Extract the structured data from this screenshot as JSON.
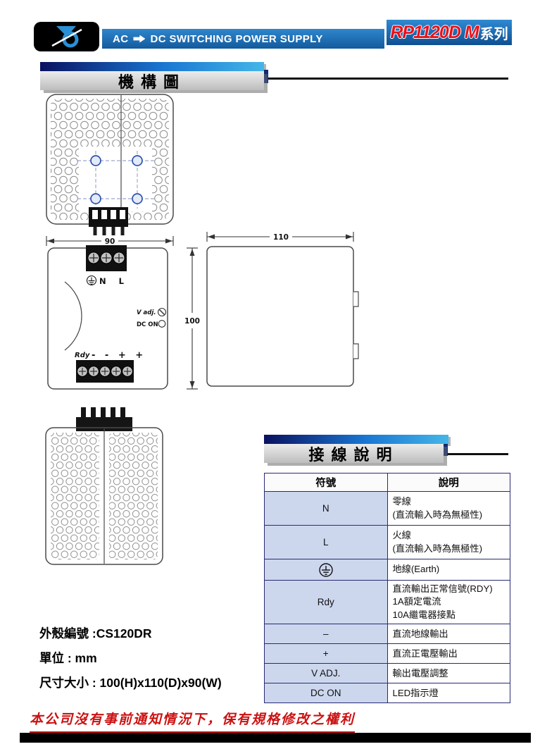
{
  "header": {
    "banner_left": "AC",
    "banner_right": "DC SWITCHING POWER SUPPLY",
    "model": "RP1120D M",
    "model_suffix": "系列"
  },
  "sections": {
    "mechanism_title": "機構圖",
    "wiring_title": "接線說明"
  },
  "drawings": {
    "top_view": {
      "dim_width": "90"
    },
    "front_view": {
      "dim_height": "100",
      "terminal_label": "N L",
      "vadj_label": "V adj.",
      "dcon_label": "DC ON",
      "rdy_label": "Rdy",
      "polarity_label": "- - + +"
    },
    "side_view": {
      "dim_depth": "110"
    }
  },
  "wiring_table": {
    "col_symbol": "符號",
    "col_description": "說明",
    "rows": [
      {
        "symbol": "N",
        "description": "零線\n(直流輸入時為無極性)"
      },
      {
        "symbol": "L",
        "description": "火線\n(直流輸入時為無極性)"
      },
      {
        "symbol_icon": "earth-icon",
        "description": "地線(Earth)"
      },
      {
        "symbol": "Rdy",
        "description": "直流輸出正常信號(RDY)  1A額定電流\n10A繼電器接點"
      },
      {
        "symbol": "–",
        "description": "直流地線輸出"
      },
      {
        "symbol": "+",
        "description": "直流正電壓輸出"
      },
      {
        "symbol": "V ADJ.",
        "description": "輸出電壓調整"
      },
      {
        "symbol": "DC ON",
        "description": "LED指示燈"
      }
    ]
  },
  "footer": {
    "case_number": "外殼編號 :CS120DR",
    "unit": "單位 : mm",
    "dimensions": "尺寸大小 : 100(H)x110(D)x90(W)"
  },
  "disclaimer": "本公司沒有事前通知情況下，保有規格修改之權利",
  "colors": {
    "banner_blue": "#1668b5",
    "model_red": "#e8111a",
    "table_symbol_bg": "#ccd7ee",
    "accent_navy": "#0d2a80",
    "disclaimer_red": "#cc1111"
  }
}
